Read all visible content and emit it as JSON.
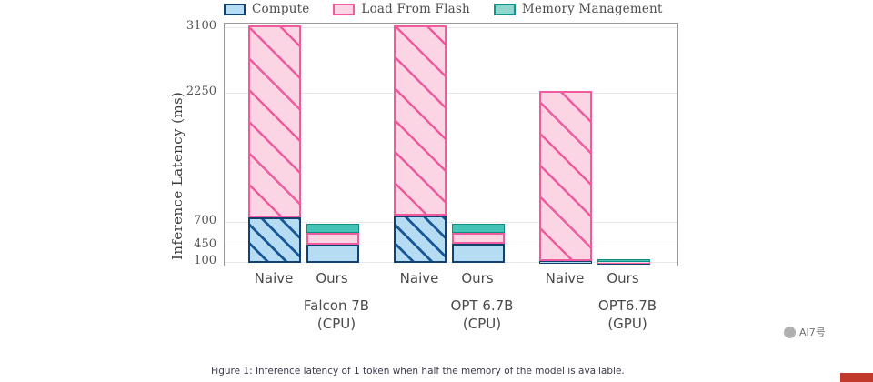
{
  "figure": {
    "caption": "Figure 1: Inference latency of 1 token when half the memory of the model is available.",
    "watermark": "AI7号"
  },
  "legend": {
    "position": "top",
    "items": [
      {
        "label": "Compute",
        "color": "#b5dcf2",
        "edge": "#10416f",
        "icon": "legend-swatch-compute"
      },
      {
        "label": "Load From Flash",
        "color": "#fcd5e5",
        "edge": "#ef5b9c",
        "icon": "legend-swatch-flash"
      },
      {
        "label": "Memory Management",
        "color": "#45c3b4",
        "edge": "#0f8d83",
        "icon": "legend-swatch-memory"
      }
    ]
  },
  "chart_data": {
    "type": "bar",
    "subtype": "stacked",
    "title": "",
    "xlabel": "",
    "ylabel": "Inference Latency (ms)",
    "grid": true,
    "legend_position": "top",
    "yticks": [
      100,
      450,
      700,
      2250,
      3100
    ],
    "ytick_labels": [
      "100",
      "450",
      "700",
      "2250",
      "3100"
    ],
    "ylim": [
      0,
      3100
    ],
    "y_axis_note": "non-linear / broken axis; tick spacing is uneven",
    "groups": [
      "Falcon 7B\n(CPU)",
      "OPT 6.7B\n(CPU)",
      "OPT6.7B\n(GPU)"
    ],
    "group_labels": [
      {
        "line1": "Falcon 7B",
        "line2": "(CPU)"
      },
      {
        "line1": "OPT 6.7B",
        "line2": "(CPU)"
      },
      {
        "line1": "OPT6.7B",
        "line2": "(GPU)"
      }
    ],
    "categories": [
      "Naive",
      "Ours",
      "Naive",
      "Ours",
      "Naive",
      "Ours"
    ],
    "series": [
      {
        "name": "Compute",
        "values": [
          730,
          440,
          760,
          450,
          60,
          45
        ]
      },
      {
        "name": "Load From Flash",
        "values": [
          2370,
          130,
          2340,
          120,
          2190,
          30
        ]
      },
      {
        "name": "Memory Management",
        "values": [
          0,
          95,
          0,
          90,
          0,
          35
        ]
      }
    ],
    "bars": [
      {
        "group": "Falcon 7B (CPU)",
        "category": "Naive",
        "compute": 730,
        "load_from_flash": 2370,
        "memory_management": 0,
        "total": 3100,
        "clipped": true
      },
      {
        "group": "Falcon 7B (CPU)",
        "category": "Ours",
        "compute": 440,
        "load_from_flash": 130,
        "memory_management": 95,
        "total": 665,
        "clipped": false
      },
      {
        "group": "OPT 6.7B (CPU)",
        "category": "Naive",
        "compute": 760,
        "load_from_flash": 2340,
        "memory_management": 0,
        "total": 3100,
        "clipped": true
      },
      {
        "group": "OPT 6.7B (CPU)",
        "category": "Ours",
        "compute": 450,
        "load_from_flash": 120,
        "memory_management": 90,
        "total": 660,
        "clipped": false
      },
      {
        "group": "OPT6.7B (GPU)",
        "category": "Naive",
        "compute": 60,
        "load_from_flash": 2190,
        "memory_management": 0,
        "total": 2250,
        "clipped": false
      },
      {
        "group": "OPT6.7B (GPU)",
        "category": "Ours",
        "compute": 45,
        "load_from_flash": 30,
        "memory_management": 35,
        "total": 110,
        "clipped": false
      }
    ]
  }
}
